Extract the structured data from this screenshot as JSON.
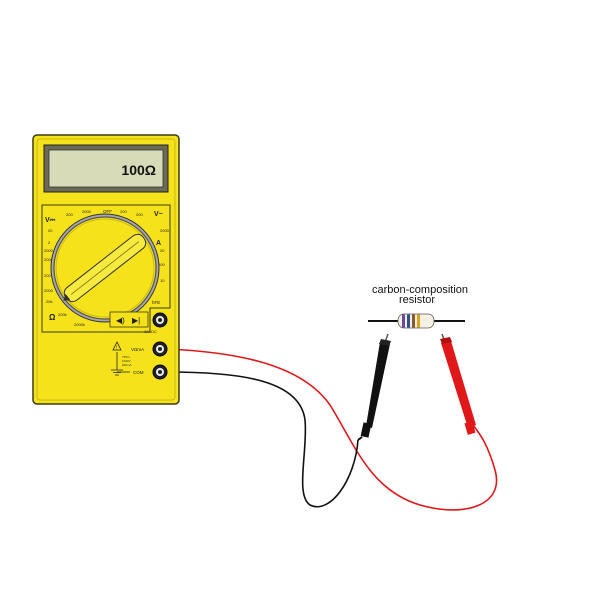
{
  "meter": {
    "display_value": "100Ω",
    "scale_labels": {
      "off": "OFF",
      "v_dc": "V⎓",
      "v_ac": "V~",
      "a_dc": "A",
      "ohm": "Ω",
      "h_fe": "hFE",
      "r_200": "200",
      "r_2000": "2000",
      "r_20": "20",
      "r_2": "2",
      "r_200m": "200m",
      "r_20k": "20k",
      "r_200k": "200k",
      "r_2000k": "2000k",
      "r_10": "10"
    },
    "jacks": {
      "top": "10ADC",
      "middle": "VΩmA",
      "bottom": "COM"
    },
    "warning": "!"
  },
  "resistor": {
    "label_line1": "carbon-composition",
    "label_line2": "resistor"
  },
  "colors": {
    "meter_body": "#f5e21b",
    "meter_outline": "#3a3a1a",
    "lcd": "#d7dbb8",
    "red_lead": "#e0181a",
    "black_lead": "#111111",
    "resistor_body": "#f4f0e4"
  }
}
